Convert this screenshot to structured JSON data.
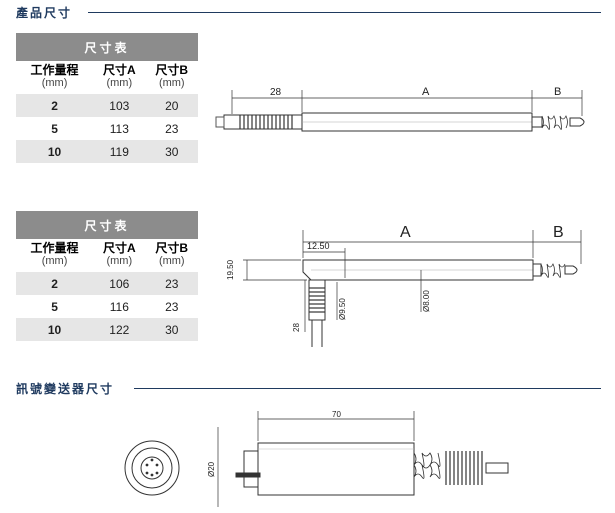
{
  "section1": {
    "title": "產品尺寸"
  },
  "section2": {
    "title": "訊號變送器尺寸"
  },
  "table1": {
    "caption": "尺寸表",
    "headers": [
      {
        "main": "工作量程",
        "unit": "(mm)"
      },
      {
        "main": "尺寸A",
        "unit": "(mm)"
      },
      {
        "main": "尺寸B",
        "unit": "(mm)"
      }
    ],
    "rows": [
      [
        "2",
        "103",
        "20"
      ],
      [
        "5",
        "113",
        "23"
      ],
      [
        "10",
        "119",
        "30"
      ]
    ]
  },
  "table2": {
    "caption": "尺寸表",
    "headers": [
      {
        "main": "工作量程",
        "unit": "(mm)"
      },
      {
        "main": "尺寸A",
        "unit": "(mm)"
      },
      {
        "main": "尺寸B",
        "unit": "(mm)"
      }
    ],
    "rows": [
      [
        "2",
        "106",
        "23"
      ],
      [
        "5",
        "116",
        "23"
      ],
      [
        "10",
        "122",
        "30"
      ]
    ]
  },
  "drawing1": {
    "dim_28": "28",
    "dim_a": "A",
    "dim_b": "B"
  },
  "drawing2": {
    "dim_1250": "12.50",
    "dim_a": "A",
    "dim_b": "B",
    "dim_1950": "19.50",
    "dim_950": "Ø9.50",
    "dim_800": "Ø8.00",
    "dim_28": "28"
  },
  "drawing3": {
    "dim_70": "70",
    "dim_20": "Ø20"
  },
  "colors": {
    "accent": "#1f3a5f",
    "table_header": "#8c8c8c",
    "row_shade": "#e6e6e6"
  }
}
